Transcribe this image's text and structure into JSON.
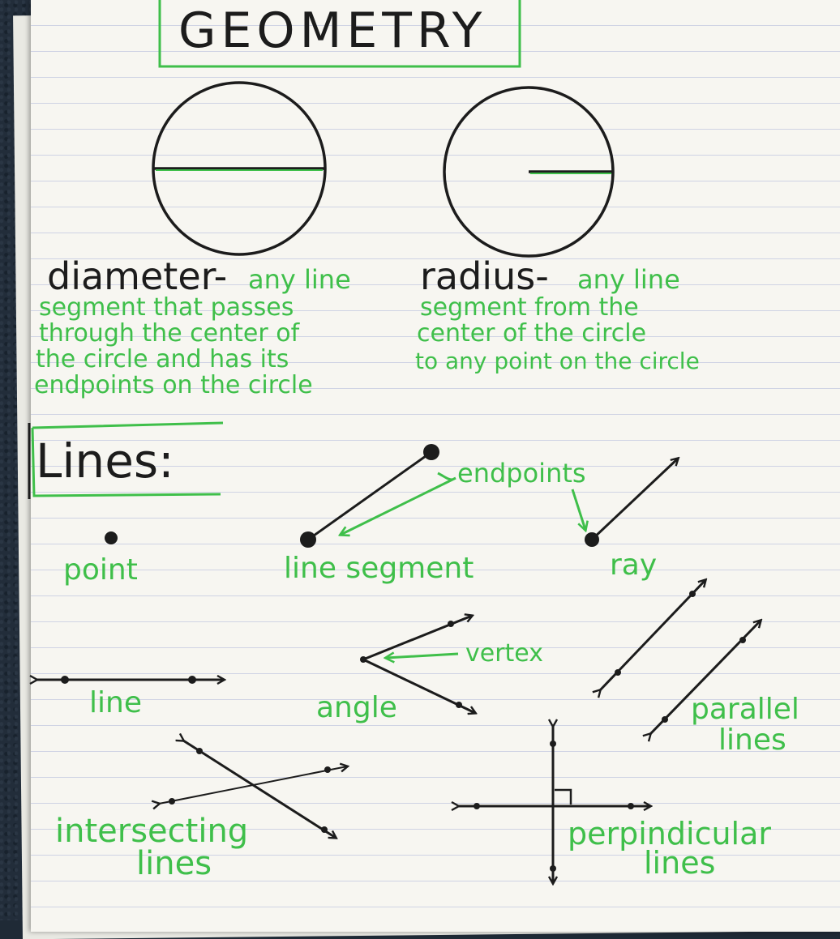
{
  "title": "GEOMETRY",
  "diameter": {
    "term": "diameter-",
    "lines": [
      "any line",
      "segment that passes",
      "through the center of",
      "the circle and has its",
      "endpoints on the circle"
    ]
  },
  "radius": {
    "term": "radius-",
    "lines": [
      "any line",
      "segment from the",
      "center of the circle",
      "to any point on the circle"
    ]
  },
  "lines_heading": "Lines:",
  "labels": {
    "point": "point",
    "line_segment": "line segment",
    "endpoints": "endpoints",
    "ray": "ray",
    "vertex": "vertex",
    "line": "line",
    "angle": "angle",
    "parallel_1": "parallel",
    "parallel_2": "lines",
    "intersecting_1": "intersecting",
    "intersecting_2": "lines",
    "perpendicular_1": "perpindicular",
    "perpendicular_2": "lines"
  },
  "colors": {
    "marker_green": "#3fbf4a",
    "marker_black": "#1c1c1c",
    "paper": "#f7f6f1"
  }
}
